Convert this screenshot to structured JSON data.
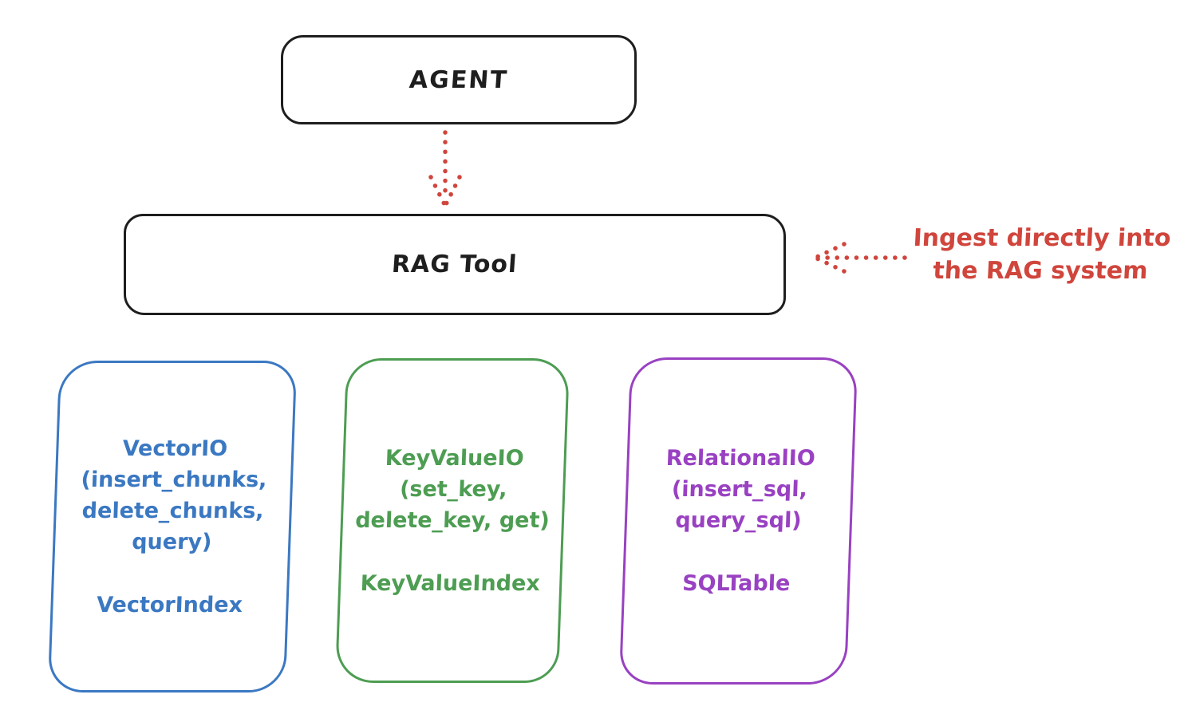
{
  "diagram": {
    "title_context": "RAG Tool architecture sketch",
    "colors": {
      "ink": "#1e1e1e",
      "red": "#d0453c",
      "blue": "#3b78c2",
      "green": "#4d9d52",
      "purple": "#9941c2",
      "background": "#ffffff"
    },
    "agent": {
      "label": "AGENT"
    },
    "rag_tool": {
      "label": "RAG Tool"
    },
    "annotation": {
      "line1": "Ingest directly into",
      "line2": "the RAG system"
    },
    "arrows": {
      "agent_to_rag": {
        "style": "dotted",
        "direction": "down"
      },
      "annotation_to_rag": {
        "style": "dotted",
        "direction": "left"
      }
    },
    "cards": [
      {
        "name": "vector-io",
        "color": "#3b78c2",
        "lines": [
          "VectorIO",
          "(insert_chunks,",
          "delete_chunks,",
          "query)"
        ],
        "subtitle": "VectorIndex"
      },
      {
        "name": "keyvalue-io",
        "color": "#4d9d52",
        "lines": [
          "KeyValueIO",
          "(set_key,",
          "delete_key, get)"
        ],
        "subtitle": "KeyValueIndex"
      },
      {
        "name": "relational-io",
        "color": "#9941c2",
        "lines": [
          "RelationalIO",
          "(insert_sql,",
          "query_sql)"
        ],
        "subtitle": "SQLTable"
      }
    ]
  }
}
